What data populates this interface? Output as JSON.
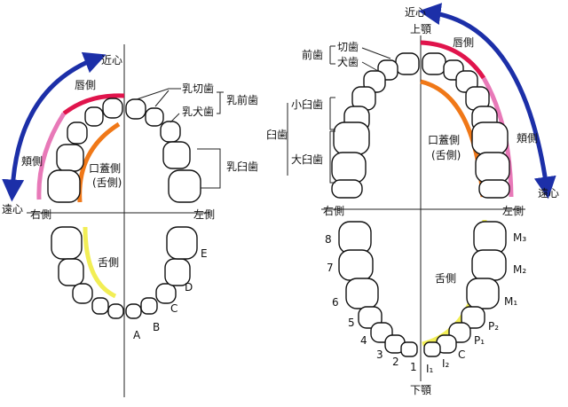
{
  "colors": {
    "lip": "#e0144c",
    "cheek": "#e879b8",
    "palate": "#f07818",
    "tongue": "#f2ee55",
    "arrow": "#1c2fa8",
    "line": "#222222"
  },
  "left": {
    "kinshin": "近心",
    "enshin": "遠心",
    "shinsoku": "唇側",
    "kyosoku": "頬側",
    "kougaisoku": "口蓋側",
    "zessoku_paren": "(舌側)",
    "migigawa": "右側",
    "hidarigawa": "左側",
    "zessoku": "舌側",
    "nyusetsushi": "乳切歯",
    "nyukenshi": "乳犬歯",
    "nyuzenshi": "乳前歯",
    "nyukyushi": "乳臼歯",
    "letters": [
      "A",
      "B",
      "C",
      "D",
      "E"
    ]
  },
  "right": {
    "kinshin": "近心",
    "jogaku": "上顎",
    "shinsoku": "唇側",
    "kyosoku": "頬側",
    "enshin": "遠心",
    "kougaisoku": "口蓋側",
    "zessoku_paren": "(舌側)",
    "migigawa": "右側",
    "hidarigawa": "左側",
    "zenshi": "前歯",
    "setsushi": "切歯",
    "kenshi": "犬歯",
    "shokyushi": "小臼歯",
    "kyushi": "臼歯",
    "daikyushi": "大臼歯",
    "zessoku": "舌側",
    "kagaku": "下顎",
    "numbers": [
      "8",
      "7",
      "6",
      "5",
      "4",
      "3",
      "2",
      "1"
    ],
    "codes": [
      "M₃",
      "M₂",
      "M₁",
      "P₂",
      "P₁",
      "C",
      "I₂",
      "I₁"
    ]
  }
}
